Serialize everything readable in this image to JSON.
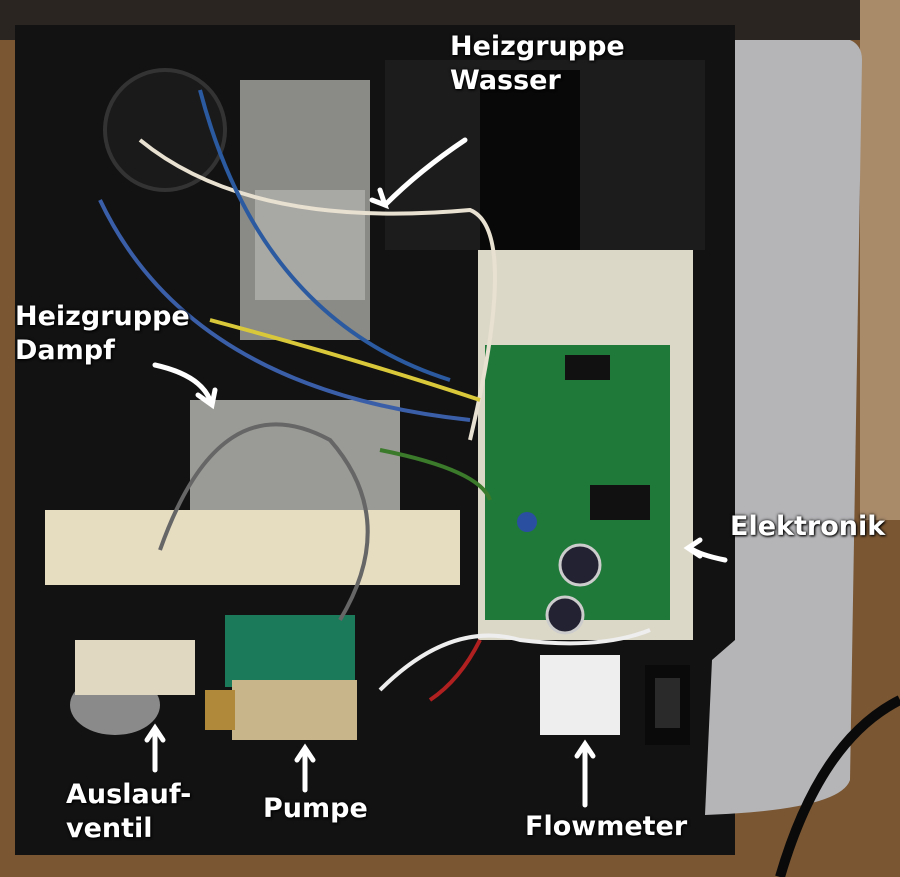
{
  "labels": {
    "heizgruppe_wasser": [
      "Heizgruppe",
      "Wasser"
    ],
    "heizgruppe_dampf": [
      "Heizgruppe",
      "Dampf"
    ],
    "elektronik": "Elektronik",
    "auslaufventil": [
      "Auslauf-",
      "ventil"
    ],
    "pumpe": "Pumpe",
    "flowmeter": "Flowmeter"
  }
}
